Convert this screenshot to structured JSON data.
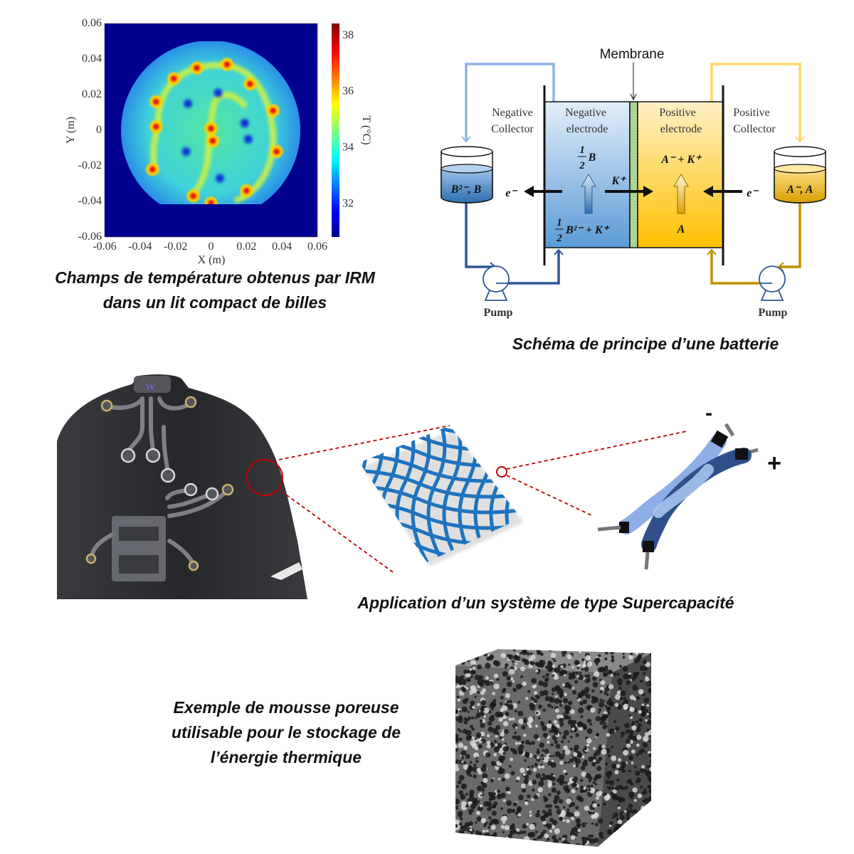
{
  "heatmap": {
    "caption_line1": "Champs de température obtenus par IRM",
    "caption_line2": "dans un lit compact de billes",
    "chart_data": {
      "type": "heatmap",
      "xlabel": "X (m)",
      "ylabel": "Y (m)",
      "colorbar_label": "T (°C)",
      "xlim": [
        -0.06,
        0.06
      ],
      "ylim": [
        -0.06,
        0.06
      ],
      "clim": [
        30.8,
        38.4
      ],
      "xticks": [
        "-0.06",
        "-0.04",
        "-0.02",
        "0",
        "0.02",
        "0.04",
        "0.06"
      ],
      "yticks": [
        "0.06",
        "0.04",
        "0.02",
        "0",
        "-0.02",
        "-0.04",
        "-0.06"
      ],
      "colorbar_ticks": [
        "38",
        "36",
        "34",
        "32"
      ],
      "colormap": "jet"
    }
  },
  "battery": {
    "caption": "Schéma de principe d’une batterie",
    "membrane": "Membrane",
    "neg_collector": [
      "Negative",
      "Collector"
    ],
    "neg_electrode": [
      "Negative",
      "electrode"
    ],
    "pos_electrode": [
      "Positive",
      "electrode"
    ],
    "pos_collector": [
      "Positive",
      "Collector"
    ],
    "left_tank": "B²⁻, B",
    "right_tank": "A⁻, A",
    "electron": "e⁻",
    "k_plus": "K⁺",
    "neg_top": "B",
    "neg_bottom": "B²⁻ + K⁺",
    "pos_top": "A⁻ + K⁺",
    "pos_bottom": "A",
    "half_num": "1",
    "half_den": "2",
    "pump_left": "Pump",
    "pump_right": "Pump",
    "colors": {
      "negative": "#5b9bd5",
      "positive": "#ffc000",
      "membrane": "#a9d18e"
    }
  },
  "supercap": {
    "caption": "Application d’un système de type Supercapacité",
    "minus": "-",
    "plus": "+"
  },
  "foam": {
    "caption_lines": [
      "Exemple de mousse poreuse",
      "utilisable pour le stockage de",
      "l’énergie thermique"
    ]
  }
}
